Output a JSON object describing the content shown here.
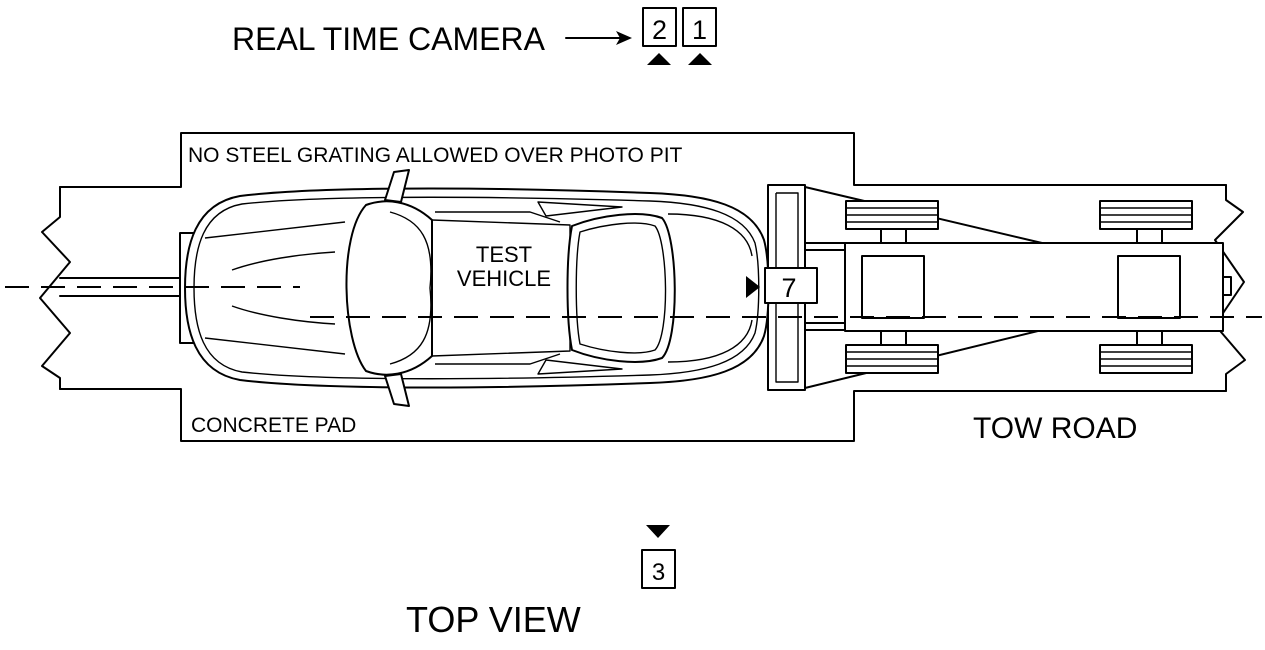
{
  "labels": {
    "real_time_camera": "REAL TIME CAMERA",
    "photo_pit_note": "NO STEEL GRATING ALLOWED OVER PHOTO PIT",
    "test_vehicle_line1": "TEST",
    "test_vehicle_line2": "VEHICLE",
    "concrete_pad": "CONCRETE PAD",
    "tow_road": "TOW ROAD",
    "view_title": "TOP VIEW"
  },
  "cameras": [
    {
      "id": "2"
    },
    {
      "id": "1"
    },
    {
      "id": "7"
    },
    {
      "id": "3"
    }
  ]
}
